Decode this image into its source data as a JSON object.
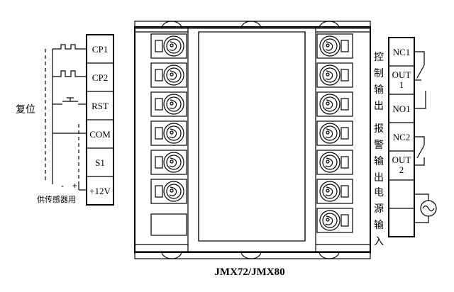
{
  "left_terminals": [
    "CP1",
    "CP2",
    "RST",
    "COM",
    "S1",
    "+12V"
  ],
  "right_terminals": [
    {
      "line1": "NC1",
      "line2": ""
    },
    {
      "line1": "OUT",
      "line2": "1"
    },
    {
      "line1": "NO1",
      "line2": ""
    },
    {
      "line1": "NC2",
      "line2": ""
    },
    {
      "line1": "OUT",
      "line2": "2"
    },
    {
      "line1": "",
      "line2": ""
    },
    {
      "line1": "",
      "line2": ""
    }
  ],
  "labels": {
    "reset": "复位",
    "sensor_supply": "供传感器用",
    "minus": "-",
    "plus": "+",
    "model": "JMX72/JMX80"
  },
  "group_labels": {
    "control_output": [
      "控",
      "制",
      "输",
      "出"
    ],
    "alarm_output": [
      "报",
      "警",
      "输",
      "出"
    ],
    "power_input": [
      "电",
      "源",
      "输",
      "入"
    ]
  },
  "icons": {
    "power_source": "ac-source-icon",
    "screw": "screw-terminal-icon"
  }
}
